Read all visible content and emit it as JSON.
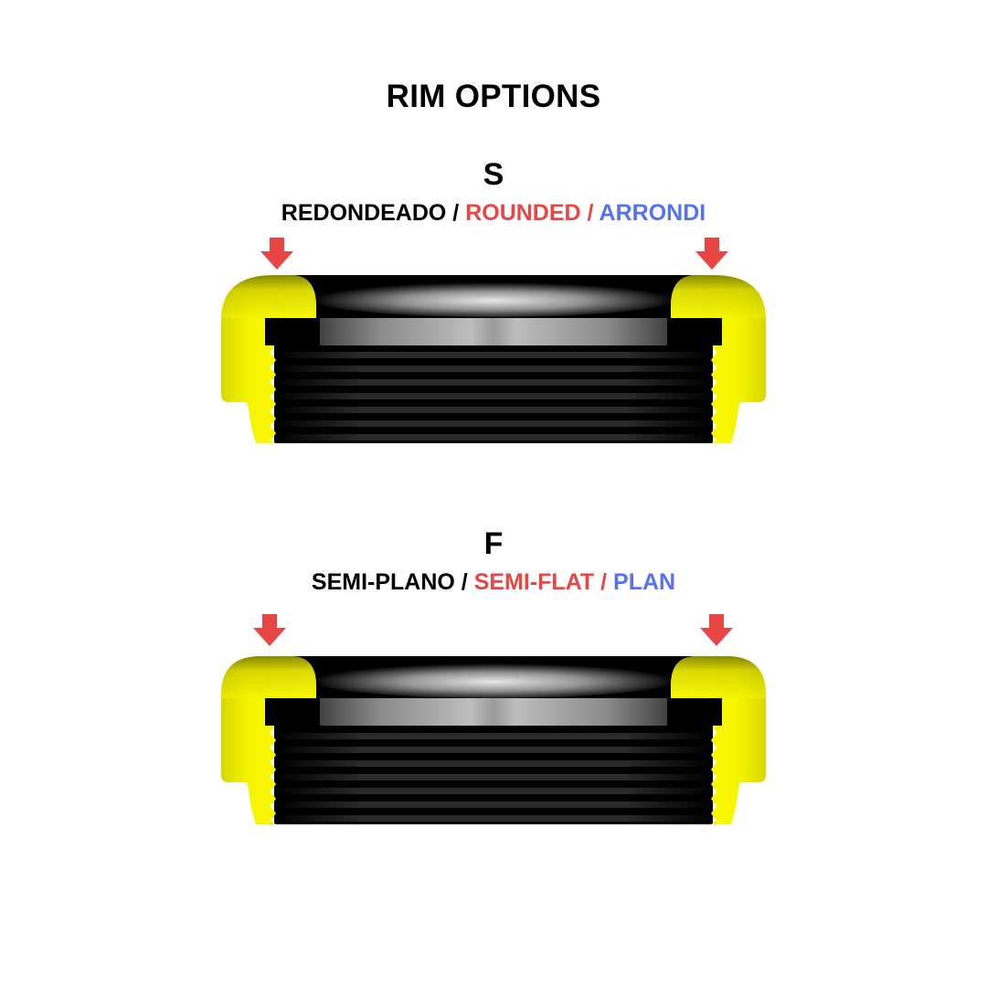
{
  "title": "RIM OPTIONS",
  "colors": {
    "spanish": "#000000",
    "english": "#E84545",
    "french": "#5573F0",
    "arrow": "#E84545",
    "rim_yellow": "#F2F200",
    "body_black": "#000000"
  },
  "options": [
    {
      "code": "S",
      "label_es": "REDONDEADO",
      "sep1": " / ",
      "label_en": "ROUNDED",
      "sep2": " / ",
      "label_fr": "ARRONDI",
      "arrow_icon": "down-arrow-icon"
    },
    {
      "code": "F",
      "label_es": "SEMI-PLANO",
      "sep1": " / ",
      "label_en": "SEMI-FLAT",
      "sep2": " / ",
      "label_fr": "PLAN",
      "arrow_icon": "down-arrow-icon"
    }
  ]
}
